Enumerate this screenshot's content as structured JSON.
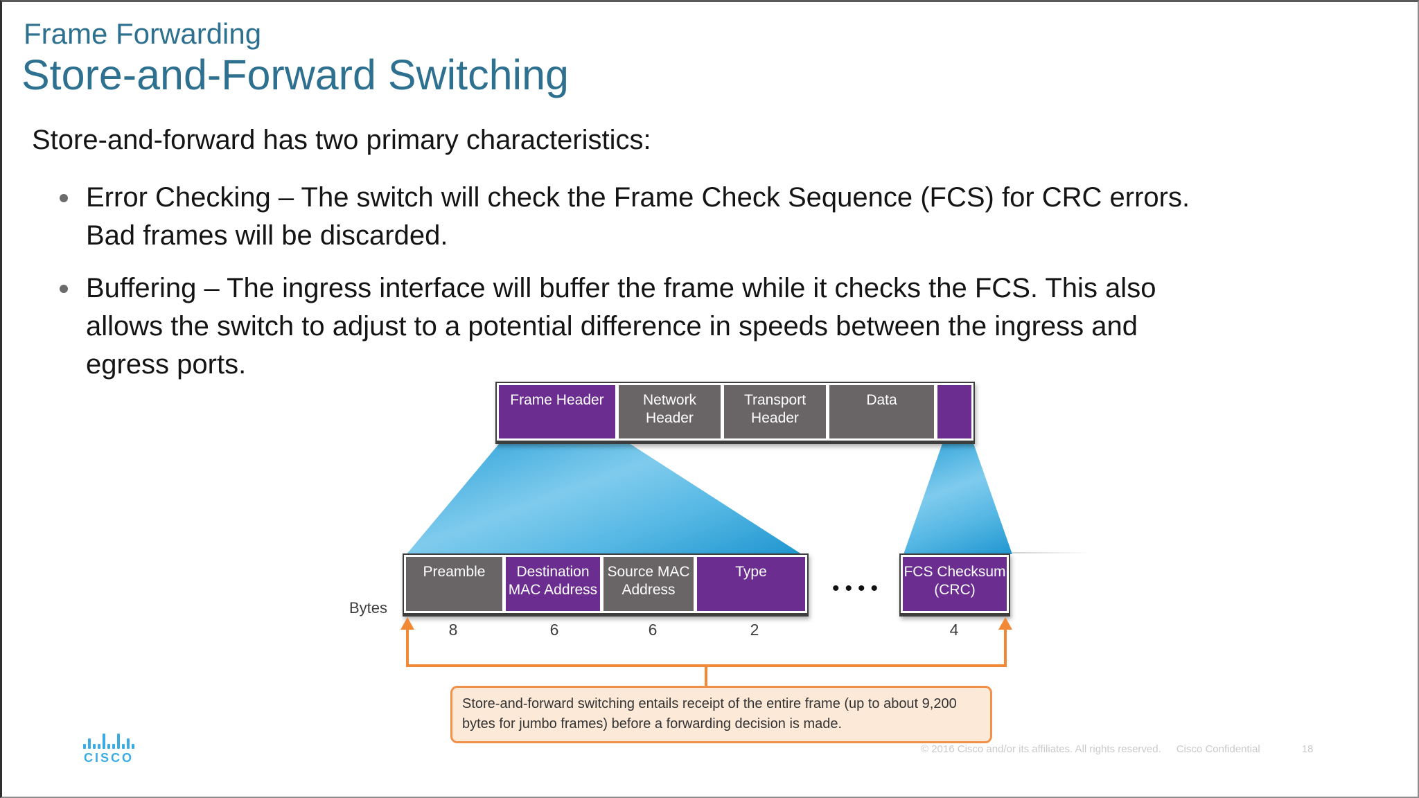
{
  "slide": {
    "kicker": "Frame Forwarding",
    "title": "Store-and-Forward Switching",
    "lead": "Store-and-forward has two primary characteristics:",
    "bullets": [
      {
        "lines": [
          "Error Checking – The switch will check the Frame Check Sequence (FCS) for CRC errors.",
          "Bad frames will be discarded."
        ]
      },
      {
        "lines": [
          "Buffering – The ingress interface will buffer the frame while it checks the FCS. This also",
          "allows the switch to adjust to a potential difference in speeds between the ingress and",
          "egress ports."
        ]
      }
    ]
  },
  "diagram": {
    "top_row": [
      {
        "label": "Frame Header",
        "color": "#6B2D90"
      },
      {
        "label": "Network Header",
        "color": "#696567"
      },
      {
        "label": "Transport Header",
        "color": "#696567"
      },
      {
        "label": "Data",
        "color": "#696567"
      },
      {
        "label": "",
        "color": "#6B2D90"
      }
    ],
    "bottom_row": [
      {
        "label": "Preamble",
        "bytes": "8",
        "color": "#696567"
      },
      {
        "label": "Destination MAC Address",
        "bytes": "6",
        "color": "#6B2D90"
      },
      {
        "label": "Source MAC Address",
        "bytes": "6",
        "color": "#696567"
      },
      {
        "label": "Type",
        "bytes": "2",
        "color": "#6B2D90"
      }
    ],
    "fcs": {
      "label": "FCS Checksum (CRC)",
      "bytes": "4",
      "color": "#6B2D90"
    },
    "ellipsis": "••••",
    "bytes_label": "Bytes",
    "callout": {
      "lines": [
        "Store-and-forward switching entails receipt of the entire frame (up to about 9,200",
        "bytes for jumbo frames) before a forwarding decision is made."
      ]
    }
  },
  "footer": {
    "logo_text": "CISCO",
    "copyright": "© 2016  Cisco and/or its affiliates. All rights reserved.",
    "confidential": "Cisco Confidential",
    "page_number": "18"
  },
  "colors": {
    "heading_teal": "#2E708F",
    "box_purple": "#6B2D90",
    "box_gray": "#696567",
    "funnel_blue": "#2BA1D8",
    "bracket_orange": "#F18937",
    "callout_fill": "#FCE9D7",
    "callout_border": "#F0914A",
    "footer_gray": "#C9CACB",
    "logo_blue": "#3BACE3"
  }
}
